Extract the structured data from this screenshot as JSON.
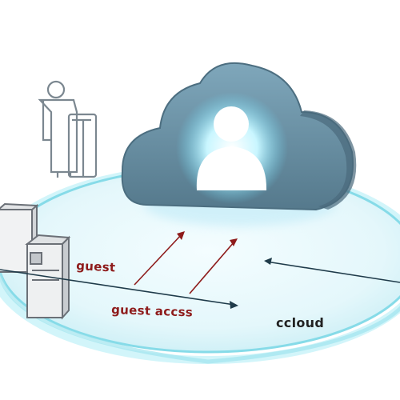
{
  "labels": {
    "guest": "guest",
    "guest_access": "guest accss",
    "cloud": "ccloud"
  },
  "icons": {
    "person_outline": "person-outline-icon",
    "user_in_cloud": "user-icon",
    "server_rack": "server-rack-icon",
    "cloud": "cloud-icon"
  },
  "colors": {
    "platform_glow": "#7fe3f0",
    "cloud_body": "#6b97ad",
    "user_glow": "#bff2ff",
    "label_red": "#8e1b1b",
    "arrow_dark": "#1f3b4a"
  }
}
